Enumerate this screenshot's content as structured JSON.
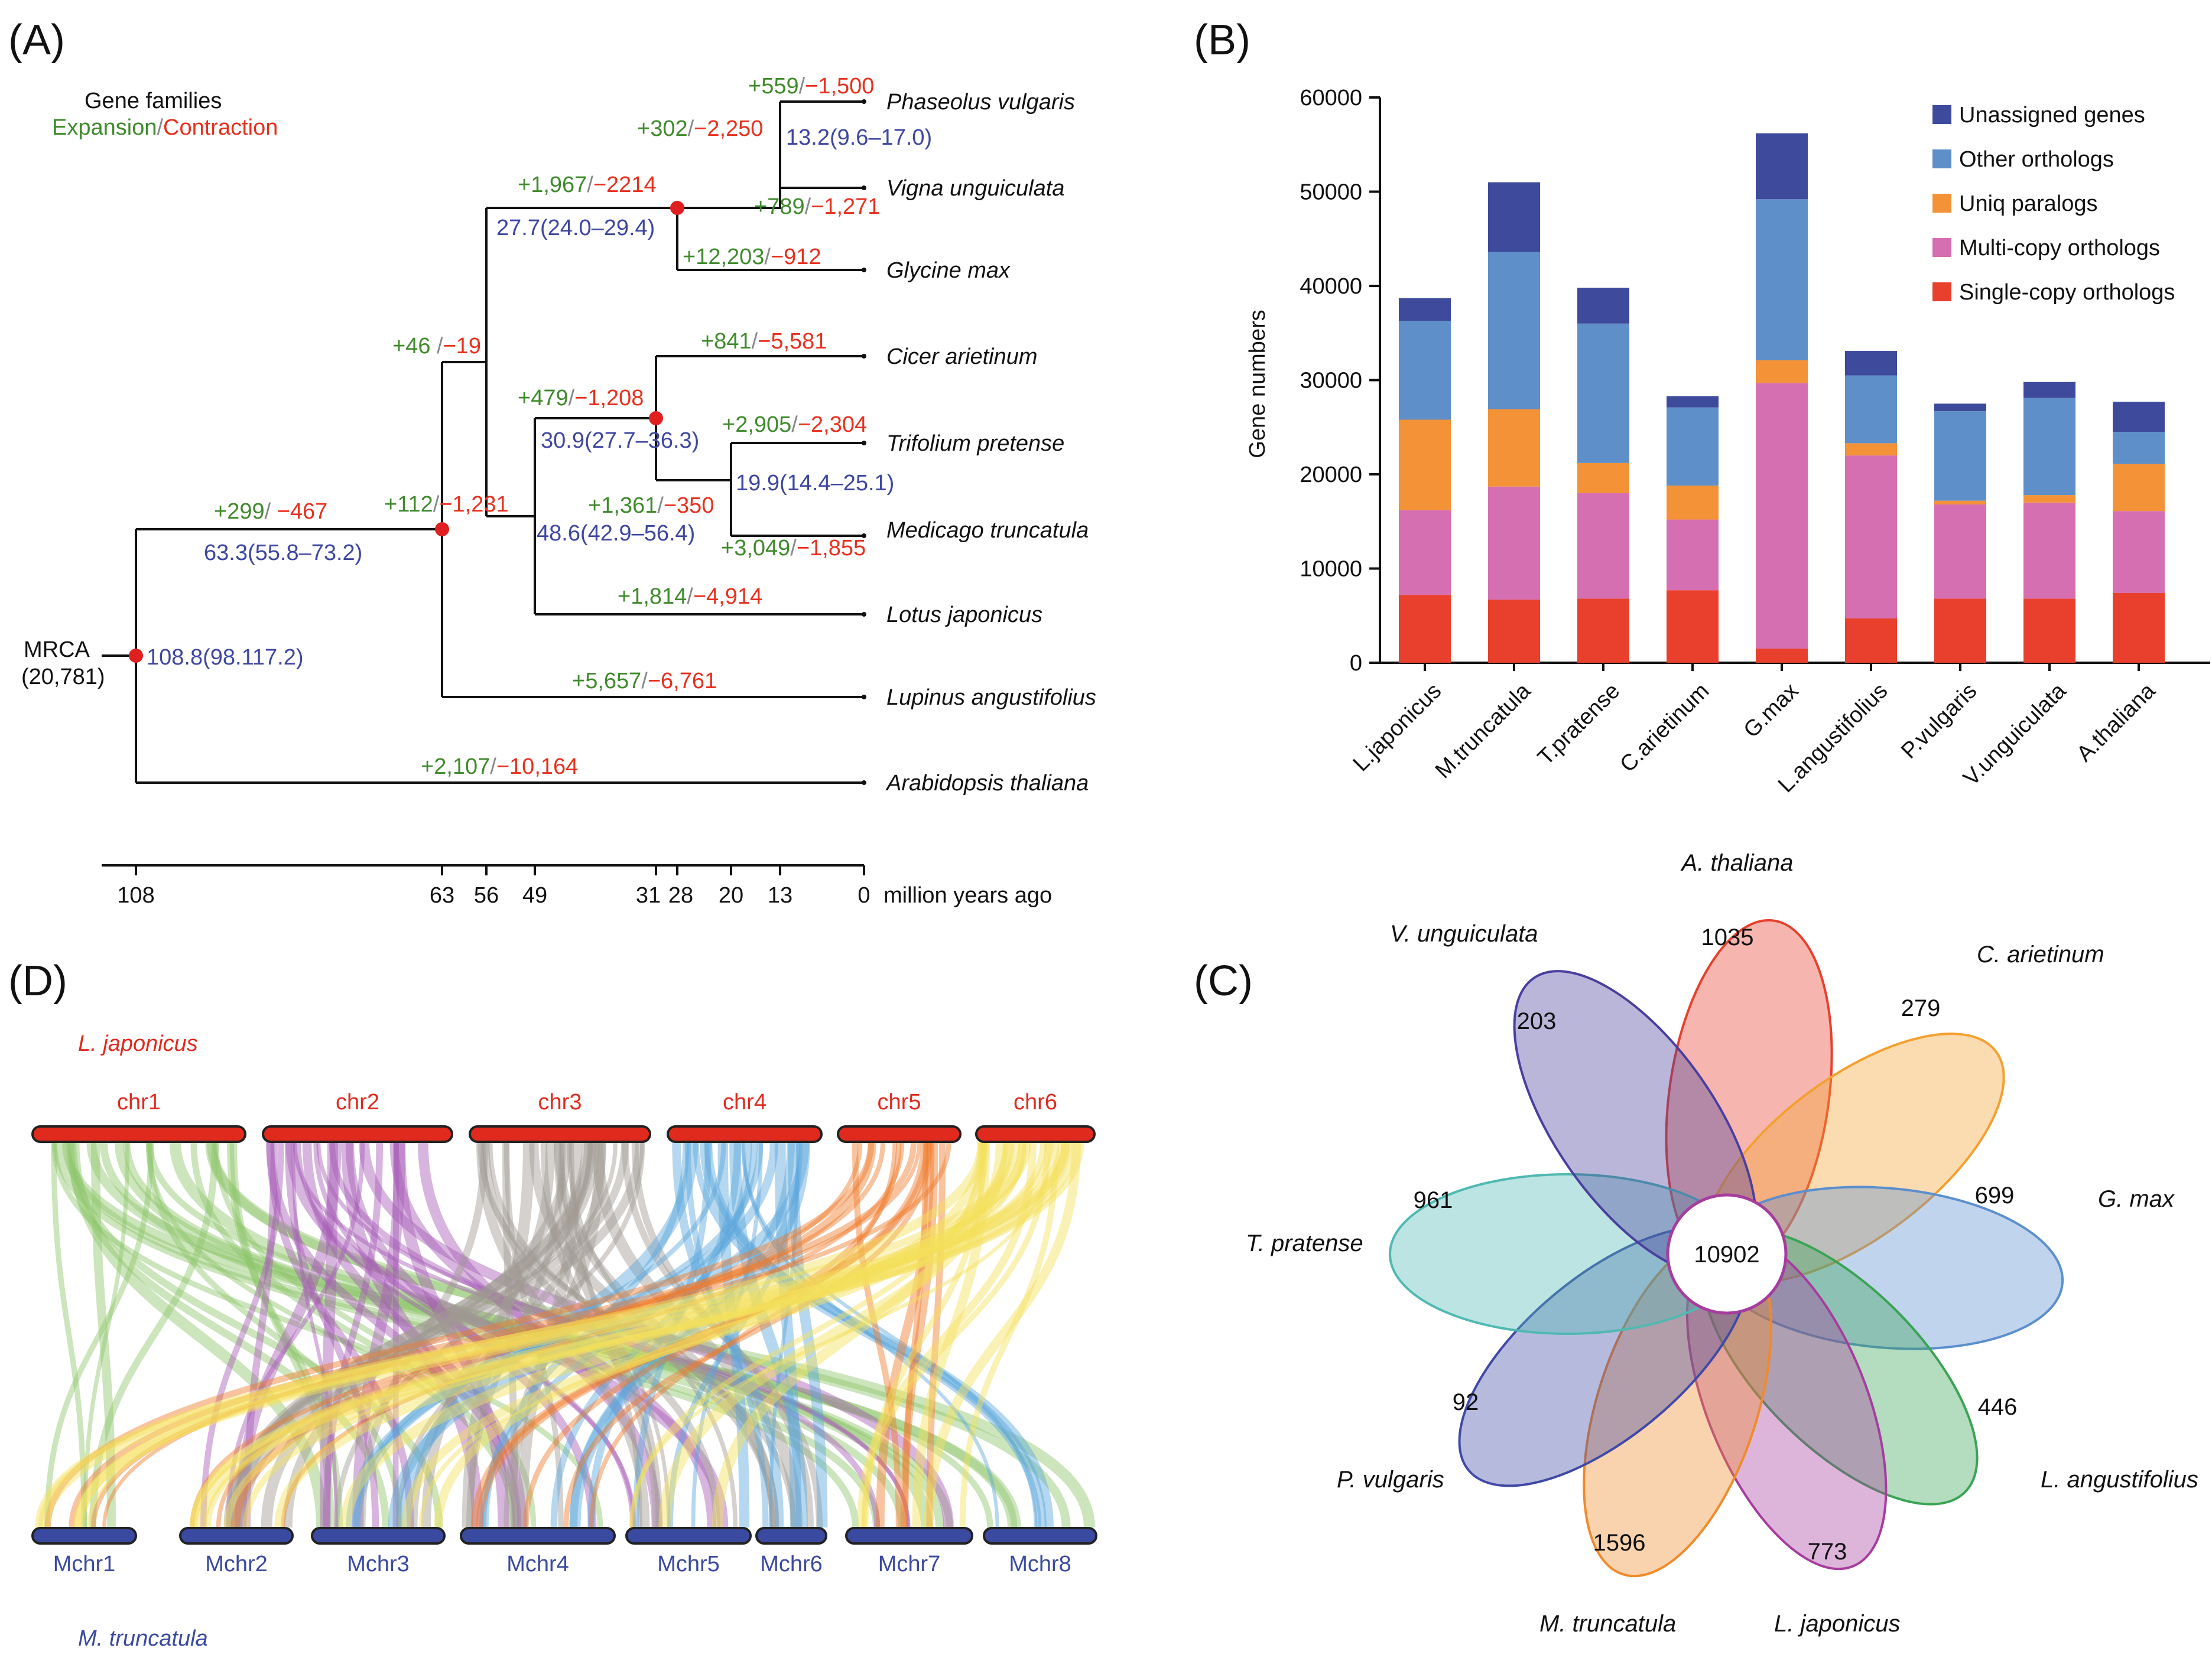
{
  "panel_labels": {
    "a": "(A)",
    "b": "(B)",
    "c": "(C)",
    "d": "(D)"
  },
  "colors": {
    "expansion": "#3f8a2c",
    "contraction": "#e8301e",
    "divergence": "#3d47a0",
    "node": "#e02020",
    "unassigned": "#3e4a9b",
    "other_orthologs": "#5f8fc9",
    "uniq_paralogs": "#f39237",
    "multi_copy": "#d66fb1",
    "single_copy": "#e8402c",
    "ljap_chr": "#e02a1d",
    "mtru_chr": "#3a4aa0"
  },
  "tree": {
    "legend_title": "Gene families",
    "legend_expansion": "Expansion",
    "legend_slash": "/",
    "legend_contraction": "Contraction",
    "root_label": "MRCA",
    "root_count": "(20,781)",
    "species": [
      "Phaseolus vulgaris",
      "Vigna unguiculata",
      "Glycine max",
      "Cicer arietinum",
      "Trifolium pretense",
      "Medicago truncatula",
      "Lotus japonicus",
      "Lupinus angustifolius",
      "Arabidopsis thaliana"
    ],
    "changes": [
      {
        "exp": "+559",
        "con": "−1,500"
      },
      {
        "exp": "+789",
        "con": "−1,271"
      },
      {
        "exp": "+12,203",
        "con": "−912"
      },
      {
        "exp": "+302",
        "con": "−2,250"
      },
      {
        "exp": "+1,967",
        "con": "−2214"
      },
      {
        "exp": "+46 ",
        "con": "−19"
      },
      {
        "exp": "+841",
        "con": "−5,581"
      },
      {
        "exp": "+2,905",
        "con": "−2,304"
      },
      {
        "exp": "+1,361",
        "con": "−350"
      },
      {
        "exp": "+3,049",
        "con": "−1,855"
      },
      {
        "exp": "+479",
        "con": "−1,208"
      },
      {
        "exp": "+1,814",
        "con": "−4,914"
      },
      {
        "exp": "+5,657",
        "con": "−6,761"
      },
      {
        "exp": "+2,107",
        "con": "−10,164"
      },
      {
        "exp": "+299",
        "con": " −467"
      },
      {
        "exp": "+112",
        "con": "−1,231"
      }
    ],
    "divergence_times": [
      "13.2(9.6–17.0)",
      "27.7(24.0–29.4)",
      "19.9(14.4–25.1)",
      "30.9(27.7–36.3)",
      "48.6(42.9–56.4)",
      "63.3(55.8–73.2)",
      "108.8(98.117.2)"
    ],
    "timeline_ticks": [
      "108",
      "63",
      "56",
      "49",
      "31",
      "28",
      "20",
      "13",
      "0"
    ],
    "timeline_unit": "million years ago"
  },
  "chart_data": {
    "type": "bar",
    "stacked": true,
    "categories": [
      "L.japonicus",
      "M.truncatula",
      "T.pratense",
      "C.arietinum",
      "G.max",
      "L.angustifolius",
      "P.vulgaris",
      "V.unguiculata",
      "A.thaliana"
    ],
    "ylabel": "Gene  numbers",
    "ylim": [
      0,
      60000
    ],
    "yticks": [
      "0",
      "10000",
      "20000",
      "30000",
      "40000",
      "50000",
      "60000"
    ],
    "series": [
      {
        "name": "Single-copy orthologs",
        "values": [
          7200,
          6700,
          6800,
          7700,
          1500,
          4700,
          6800,
          6800,
          7400
        ]
      },
      {
        "name": "Multi-copy orthologs",
        "values": [
          9000,
          12000,
          11200,
          7500,
          28200,
          17300,
          10000,
          10200,
          8700
        ]
      },
      {
        "name": "Uniq paralogs",
        "values": [
          9600,
          8200,
          3200,
          3600,
          2400,
          1300,
          400,
          800,
          5000
        ]
      },
      {
        "name": "Other orthologs",
        "values": [
          10500,
          16700,
          14800,
          8300,
          17100,
          7200,
          9500,
          10300,
          3400
        ]
      },
      {
        "name": "Unassigned genes",
        "values": [
          2400,
          7400,
          3800,
          1200,
          7000,
          2600,
          800,
          1700,
          3200
        ]
      }
    ],
    "legend_order": [
      "Unassigned genes",
      "Other orthologs",
      "Uniq paralogs",
      "Multi-copy orthologs",
      "Single-copy orthologs"
    ],
    "legend_position": "top-right",
    "grid": false
  },
  "venn": {
    "core": "10902",
    "petals": [
      {
        "species": "A. thaliana",
        "count": "1035",
        "color": "#e8402c"
      },
      {
        "species": "C. arietinum",
        "count": "279",
        "color": "#f4a030"
      },
      {
        "species": "G. max",
        "count": "699",
        "color": "#5b8fcf"
      },
      {
        "species": "L. angustifolius",
        "count": "446",
        "color": "#3aa455"
      },
      {
        "species": "L. japonicus",
        "count": "773",
        "color": "#a63c9e"
      },
      {
        "species": "M. truncatula",
        "count": "1596",
        "color": "#f08a2a"
      },
      {
        "species": "P. vulgaris",
        "count": "92",
        "color": "#4049a6"
      },
      {
        "species": "T. pratense",
        "count": "961",
        "color": "#4fb9b2"
      },
      {
        "species": "V. unguiculata",
        "count": "203",
        "color": "#4a3f9e"
      }
    ]
  },
  "synteny": {
    "top_species": "L. japonicus",
    "bottom_species": "M. truncatula",
    "top_chromosomes": [
      {
        "name": "chr1",
        "color": "#8ec56a"
      },
      {
        "name": "chr2",
        "color": "#a65cb5"
      },
      {
        "name": "chr3",
        "color": "#a09a92"
      },
      {
        "name": "chr4",
        "color": "#5aa7dc"
      },
      {
        "name": "chr5",
        "color": "#f07a2a"
      },
      {
        "name": "chr6",
        "color": "#f4e05a"
      }
    ],
    "bottom_chromosomes": [
      "Mchr1",
      "Mchr2",
      "Mchr3",
      "Mchr4",
      "Mchr5",
      "Mchr6",
      "Mchr7",
      "Mchr8"
    ]
  }
}
